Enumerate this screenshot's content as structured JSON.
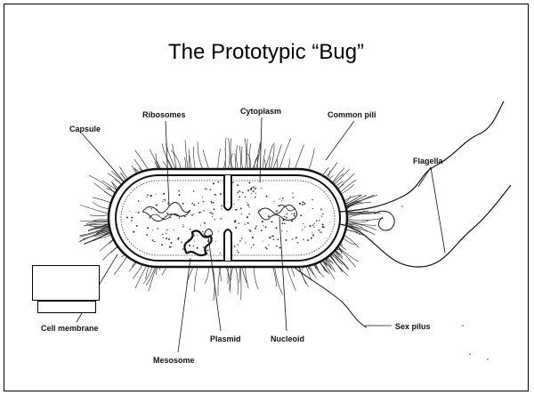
{
  "slide": {
    "title": "The Prototypic “Bug”"
  },
  "diagram": {
    "labels": {
      "capsule": "Capsule",
      "ribosomes": "Ribosomes",
      "cytoplasm": "Cytoplasm",
      "common_pili": "Common pili",
      "flagella": "Flagella",
      "cell_membrane": "Cell membrane",
      "mesosome": "Mesosome",
      "plasmid": "Plasmid",
      "nucleoid": "Nucleoid",
      "sex_pilus": "Sex pilus"
    },
    "colors": {
      "ink": "#111111",
      "background": "#ffffff"
    }
  }
}
